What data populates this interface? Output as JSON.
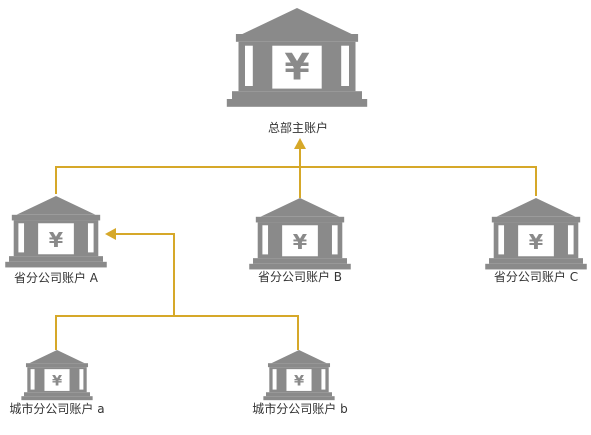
{
  "colors": {
    "connector": "#d6a829",
    "bank": "#8a8a8a",
    "bank_light": "#ffffff",
    "text": "#333333"
  },
  "nodes": {
    "hq": {
      "label": "总部主账户",
      "symbol": "¥",
      "icon": "bank-icon"
    },
    "prov_a": {
      "label": "省分公司账户 A",
      "symbol": "¥",
      "icon": "bank-icon"
    },
    "prov_b": {
      "label": "省分公司账户 B",
      "symbol": "¥",
      "icon": "bank-icon"
    },
    "prov_c": {
      "label": "省分公司账户 C",
      "symbol": "¥",
      "icon": "bank-icon"
    },
    "city_a": {
      "label": "城市分公司账户 a",
      "symbol": "¥",
      "icon": "bank-icon"
    },
    "city_b": {
      "label": "城市分公司账户 b",
      "symbol": "¥",
      "icon": "bank-icon"
    }
  },
  "edges": [
    {
      "from": "prov_a",
      "to": "hq"
    },
    {
      "from": "prov_b",
      "to": "hq"
    },
    {
      "from": "prov_c",
      "to": "hq"
    },
    {
      "from": "city_a",
      "to": "prov_a"
    },
    {
      "from": "city_b",
      "to": "prov_a"
    }
  ]
}
